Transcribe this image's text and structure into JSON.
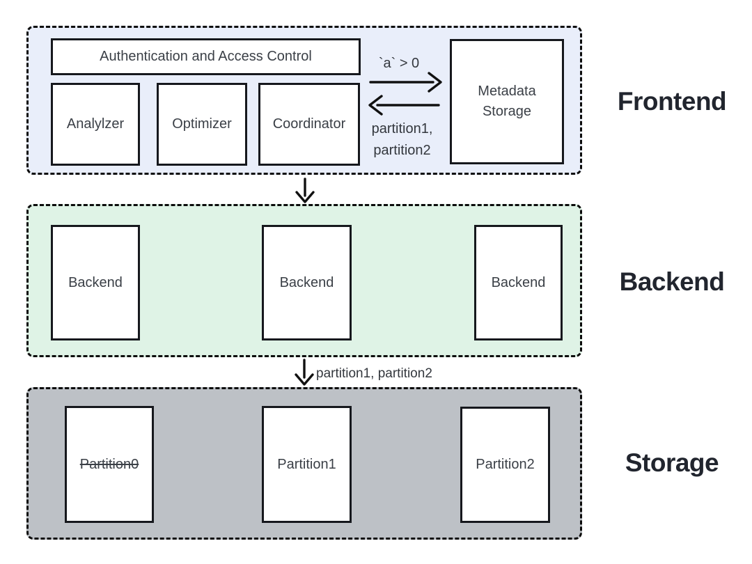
{
  "colors": {
    "frontend_bg": "#E9EEFA",
    "backend_bg": "#DFF3E6",
    "storage_bg": "#BDC1C6",
    "node_bg": "#FFFFFF",
    "node_border": "#16181D",
    "section_border": "#0C0C0C",
    "node_text": "#3A3F46",
    "section_label_text": "#21252E"
  },
  "frontend": {
    "label": "Frontend",
    "auth": "Authentication and Access Control",
    "analyzer": "Analylzer",
    "optimizer": "Optimizer",
    "coordinator": "Coordinator",
    "metadata": "Metadata\nStorage"
  },
  "backend": {
    "label": "Backend",
    "nodes": [
      "Backend",
      "Backend",
      "Backend"
    ]
  },
  "storage": {
    "label": "Storage",
    "nodes": [
      {
        "text": "Partition0",
        "struck": true
      },
      {
        "text": "Partition1",
        "struck": false
      },
      {
        "text": "Partition2",
        "struck": false
      }
    ]
  },
  "arrows": {
    "coordinator_to_metadata": "`a` > 0",
    "metadata_to_coordinator": "partition1,\npartition2",
    "backend_to_storage": "partition1, partition2"
  }
}
